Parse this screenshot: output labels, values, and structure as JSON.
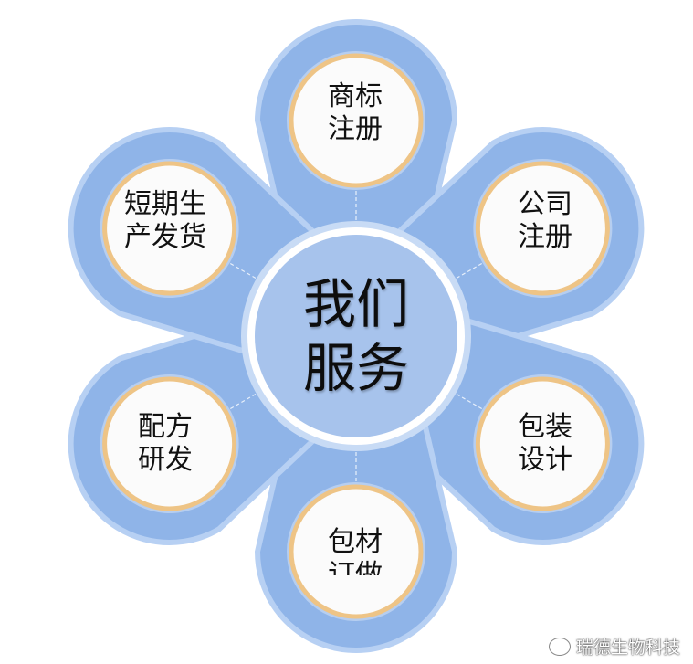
{
  "center": {
    "line1": "我们",
    "line2": "服务"
  },
  "petals": [
    {
      "line1": "商标",
      "line2": "注册"
    },
    {
      "line1": "公司",
      "line2": "注册"
    },
    {
      "line1": "包装",
      "line2": "设计"
    },
    {
      "line1": "包材",
      "line2": "订做"
    },
    {
      "line1": "配方",
      "line2": "研发"
    },
    {
      "line1": "短期生",
      "line2": "产发货"
    }
  ],
  "watermark": "瑞德生物科技",
  "colors": {
    "petal": "#8fb4e8",
    "petal_edge": "#b7d0f3",
    "ring": "#eec486",
    "center": "#a7c3ec"
  }
}
